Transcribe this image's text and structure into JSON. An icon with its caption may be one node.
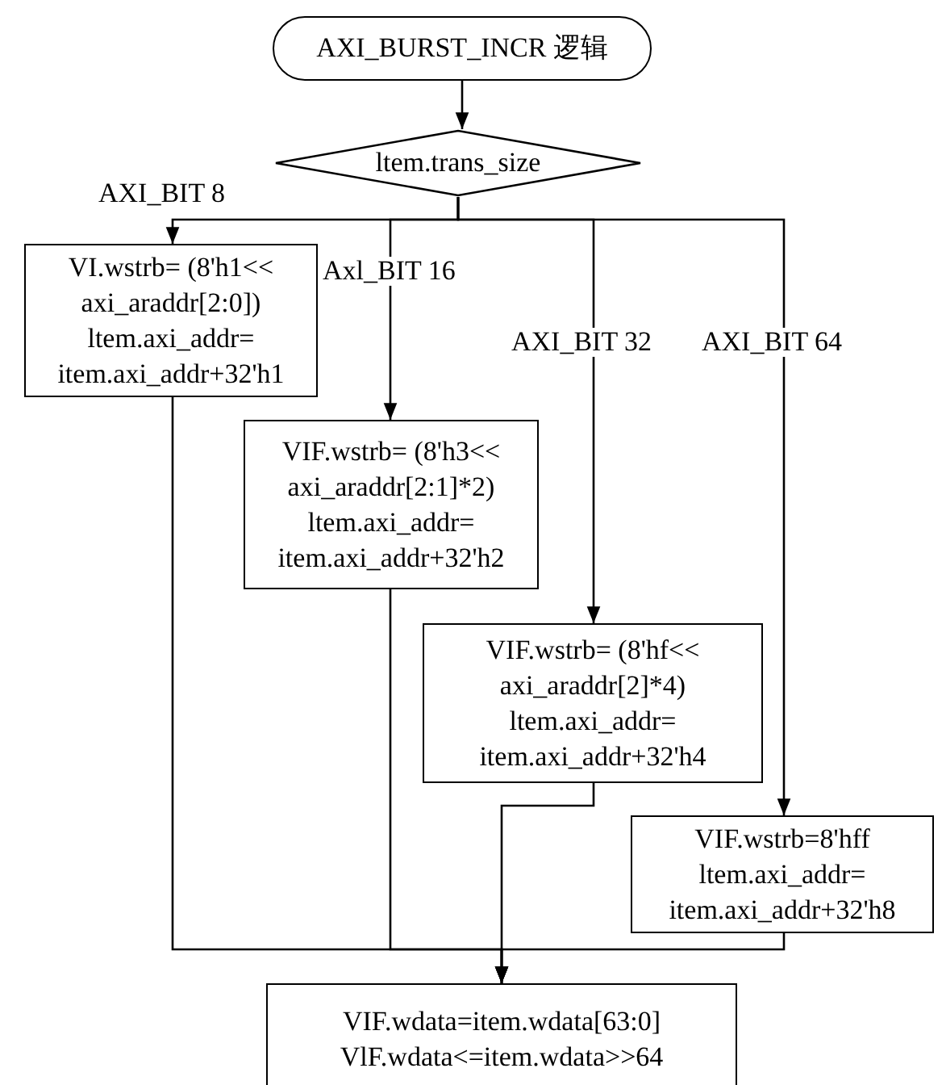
{
  "diagram": {
    "nodes": [
      {
        "text": [
          "AXI_BURST_INCR 逻辑"
        ]
      },
      {
        "text": [
          "ltem.trans_size"
        ]
      },
      {
        "text": [
          "VI.wstrb= (8'h1<< axi_araddr[2:0])",
          "ltem.axi_addr= item.axi_addr+32'h1"
        ]
      },
      {
        "text": [
          "VIF.wstrb= (8'h3<< axi_araddr[2:1]*2)",
          "ltem.axi_addr= item.axi_addr+32'h2"
        ]
      },
      {
        "text": [
          "VIF.wstrb= (8'hf<< axi_araddr[2]*4)",
          "ltem.axi_addr= item.axi_addr+32'h4"
        ]
      },
      {
        "text": [
          "VIF.wstrb=8'hff",
          "ltem.axi_addr= item.axi_addr+32'h8"
        ]
      },
      {
        "text": [
          "VIF.wdata=item.wdata[63:0]",
          "VlF.wdata<=item.wdata>>64"
        ]
      }
    ],
    "edges": [
      {
        "from": 0,
        "to": 1,
        "arrow": "to"
      },
      {
        "from": 1,
        "to": 2,
        "arrow": "to",
        "label": "AXI_BIT 8"
      },
      {
        "from": 1,
        "to": 3,
        "arrow": "to",
        "label": "Axl_BIT 16"
      },
      {
        "from": 1,
        "to": 4,
        "arrow": "to",
        "label": "AXI_BIT 32"
      },
      {
        "from": 1,
        "to": 5,
        "arrow": "to",
        "label": "AXI_BIT 64"
      },
      {
        "from": 2,
        "to": 6,
        "arrow": "to"
      },
      {
        "from": 3,
        "to": 6,
        "arrow": "to"
      },
      {
        "from": 4,
        "to": 6,
        "arrow": "to"
      },
      {
        "from": 5,
        "to": 6,
        "arrow": "to"
      }
    ]
  }
}
